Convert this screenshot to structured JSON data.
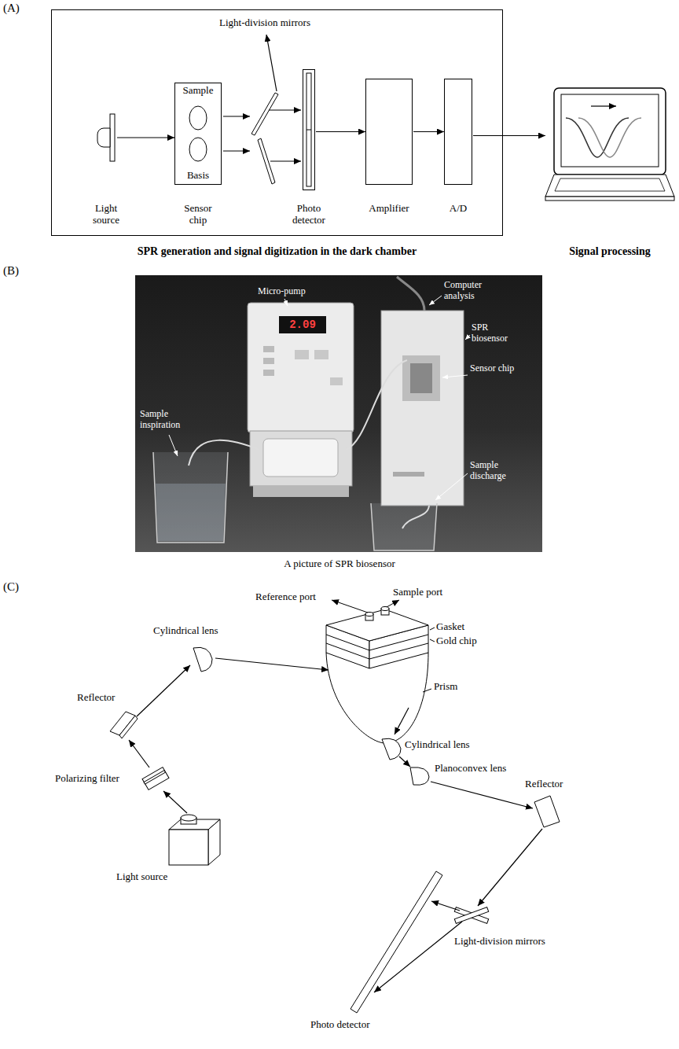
{
  "diagram": {
    "nodes": [
      {
        "text": [
          "SPR generation and signal digitization in the dark chamber"
        ]
      },
      {
        "text": [
          "Light source"
        ],
        "in": 0
      },
      {
        "text": [
          "Sample",
          "Basis",
          "Sensor chip"
        ],
        "in": 0
      },
      {
        "text": [
          "Photo detector"
        ],
        "in": 0
      },
      {
        "text": [
          "Amplifier"
        ],
        "in": 0
      },
      {
        "text": [
          "A/D"
        ],
        "in": 0
      },
      {
        "text": [
          "Signal processing"
        ]
      }
    ],
    "edges": [
      {
        "from": 1,
        "to": 2,
        "arrow": "to"
      },
      {
        "from": 3,
        "to": 4,
        "arrow": "to"
      },
      {
        "from": 4,
        "to": 5,
        "arrow": "to"
      },
      {
        "from": 5,
        "to": 6,
        "arrow": "to"
      }
    ],
    "labels": [
      "(A)",
      "Light-division mirrors",
      "(B)",
      "Micro-pump",
      "2.09",
      "Computer analysis",
      "SPR biosensor",
      "Sensor chip",
      "Sample inspiration",
      "Sample discharge",
      "A picture of SPR biosensor",
      "(C)",
      "Reference port",
      "Sample port",
      "Gasket",
      "Gold chip",
      "Cylindrical lens",
      "Reflector",
      "Prism",
      "Cylindrical lens",
      "Polarizing filter",
      "Planoconvex lens",
      "Reflector",
      "Light source",
      "Light-division mirrors",
      "Photo detector"
    ]
  }
}
